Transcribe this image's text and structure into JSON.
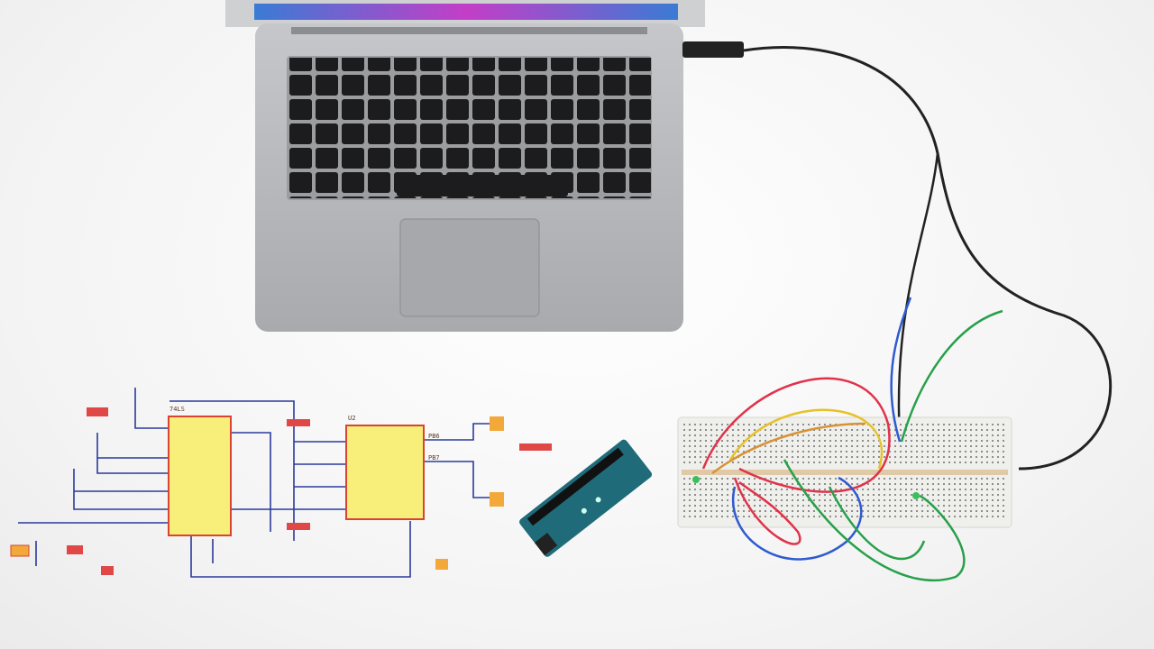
{
  "scene": {
    "description_hidden": "",
    "colors": {
      "background": "#f4f4f4",
      "laptop_body": "#b8b9bc",
      "keyboard": "#1b1b1d",
      "screen_strip": "#7a3ac8",
      "breadboard": "#efefec",
      "schematic_chip": "#f7ef7a",
      "schematic_chip_border": "#d9432f",
      "schematic_wire": "#2b3a9a",
      "arduino": "#1f6b7a",
      "wire_red": "#e0334a",
      "wire_yellow": "#e6c22a",
      "wire_green": "#27a04a",
      "wire_blue": "#2f5ad0",
      "usb_cable": "#222222"
    },
    "schematic_labels": {
      "left_chip_top": "74LS",
      "right_chip_top": "U2",
      "right_label_a": "PB6",
      "right_label_b": "PB7"
    }
  }
}
